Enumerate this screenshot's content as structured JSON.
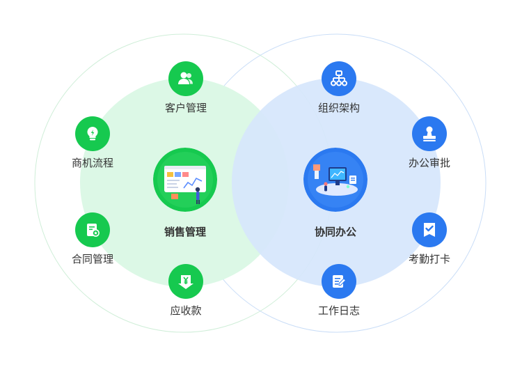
{
  "left_group": {
    "accent": "#16c94f",
    "center": {
      "label": "销售管理",
      "icon": "sales-dashboard-illustration-icon"
    },
    "items": [
      {
        "label": "客户管理",
        "icon": "users-icon"
      },
      {
        "label": "商机流程",
        "icon": "lightbulb-icon"
      },
      {
        "label": "合同管理",
        "icon": "contract-icon"
      },
      {
        "label": "应收款",
        "icon": "yen-download-icon"
      }
    ]
  },
  "right_group": {
    "accent": "#2b79f0",
    "center": {
      "label": "协同办公",
      "icon": "office-collaboration-illustration-icon"
    },
    "items": [
      {
        "label": "组织架构",
        "icon": "org-chart-icon"
      },
      {
        "label": "办公审批",
        "icon": "approval-stamp-icon"
      },
      {
        "label": "考勤打卡",
        "icon": "check-in-icon"
      },
      {
        "label": "工作日志",
        "icon": "work-log-icon"
      }
    ]
  }
}
